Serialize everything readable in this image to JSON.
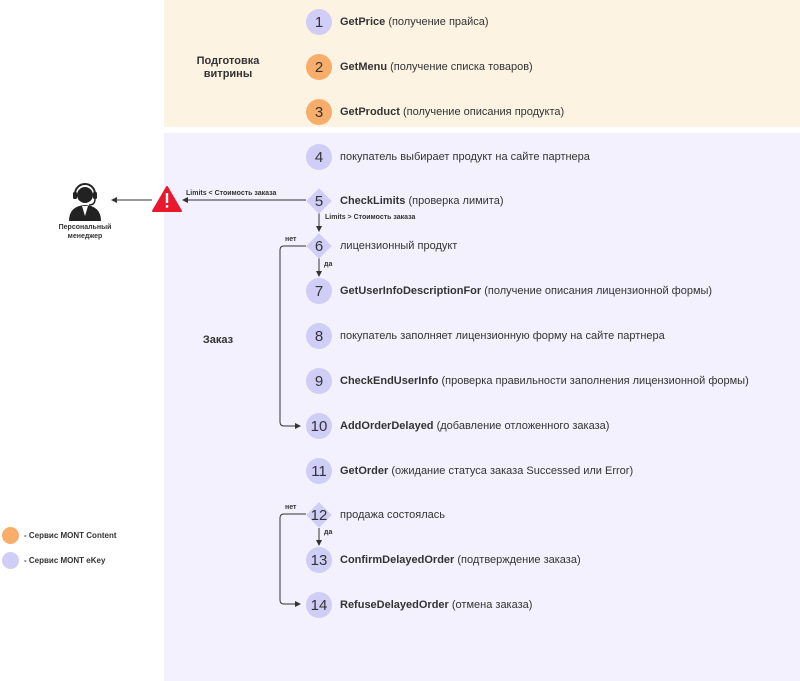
{
  "sections": {
    "prep_title_line1": "Подготовка",
    "prep_title_line2": "витрины",
    "order_title": "Заказ"
  },
  "steps": [
    {
      "num": "1",
      "name": "GetPrice",
      "desc": "(получение прайса)",
      "service": "ekey",
      "shape": "circle"
    },
    {
      "num": "2",
      "name": "GetMenu",
      "desc": "(получение списка товаров)",
      "service": "content",
      "shape": "circle"
    },
    {
      "num": "3",
      "name": "GetProduct",
      "desc": "(получение описания продукта)",
      "service": "content",
      "shape": "circle"
    },
    {
      "num": "4",
      "name": "",
      "desc": "покупатель выбирает продукт на сайте партнера",
      "service": "ekey",
      "shape": "circle"
    },
    {
      "num": "5",
      "name": "CheckLimits",
      "desc": "(проверка лимита)",
      "service": "ekey",
      "shape": "diamond"
    },
    {
      "num": "6",
      "name": "",
      "desc": "лицензионный продукт",
      "service": "ekey",
      "shape": "diamond"
    },
    {
      "num": "7",
      "name": "GetUserInfoDescriptionFor",
      "desc": "(получение описания лицензионной формы)",
      "service": "ekey",
      "shape": "circle"
    },
    {
      "num": "8",
      "name": "",
      "desc": "покупатель заполняет лицензионную форму на сайте партнера",
      "service": "ekey",
      "shape": "circle"
    },
    {
      "num": "9",
      "name": "CheckEndUserInfo",
      "desc": "(проверка правильности заполнения лицензионной формы)",
      "service": "ekey",
      "shape": "circle"
    },
    {
      "num": "10",
      "name": "AddOrderDelayed",
      "desc": "(добавление отложенного заказа)",
      "service": "ekey",
      "shape": "circle"
    },
    {
      "num": "11",
      "name": "GetOrder",
      "desc": "(ожидание статуса заказа Successed или Error)",
      "service": "ekey",
      "shape": "circle"
    },
    {
      "num": "12",
      "name": "",
      "desc": "продажа состоялась",
      "service": "ekey",
      "shape": "diamond"
    },
    {
      "num": "13",
      "name": "ConfirmDelayedOrder",
      "desc": "(подтверждение заказа)",
      "service": "ekey",
      "shape": "circle"
    },
    {
      "num": "14",
      "name": "RefuseDelayedOrder",
      "desc": "(отмена заказа)",
      "service": "ekey",
      "shape": "circle"
    }
  ],
  "edge_labels": {
    "limits_less": "Limits < Стоимость заказа",
    "limits_more": "Limits > Стоимость заказа",
    "no_6": "нет",
    "yes_6": "да",
    "no_12": "нет",
    "yes_12": "да"
  },
  "manager": {
    "label_line1": "Персональный",
    "label_line2": "менеджер",
    "icon": "support-agent-icon"
  },
  "warning_icon": "warning-icon",
  "legend": [
    {
      "label": "- Сервис MONT Content",
      "color": "#f9ad6a"
    },
    {
      "label": "- Сервис MONT eKey",
      "color": "#d0cdf7"
    }
  ],
  "colors": {
    "ekey": "#d0cdf7",
    "content": "#f9ad6a",
    "prep_bg": "#fdf3e3",
    "order_bg": "#f3f1fd",
    "warning": "#e8192c"
  }
}
